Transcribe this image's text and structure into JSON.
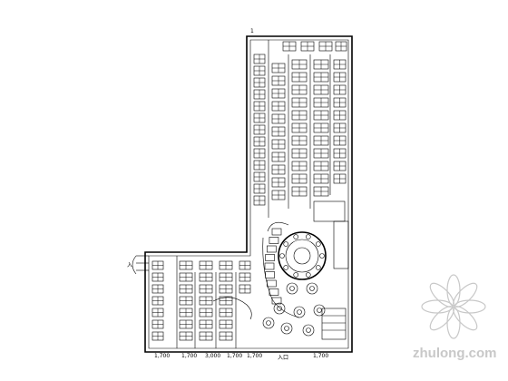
{
  "plan": {
    "labels": {
      "top_mark": "1",
      "entrance": "入口",
      "side_mark": "入",
      "dim_1": "1,700",
      "dim_2": "1,700",
      "dim_3": "3,000",
      "dim_4": "1,700",
      "dim_5": "1,700",
      "dim_6": "1,700"
    }
  },
  "watermark": {
    "text": "zhulong.com",
    "color": "#c8c8c8"
  }
}
